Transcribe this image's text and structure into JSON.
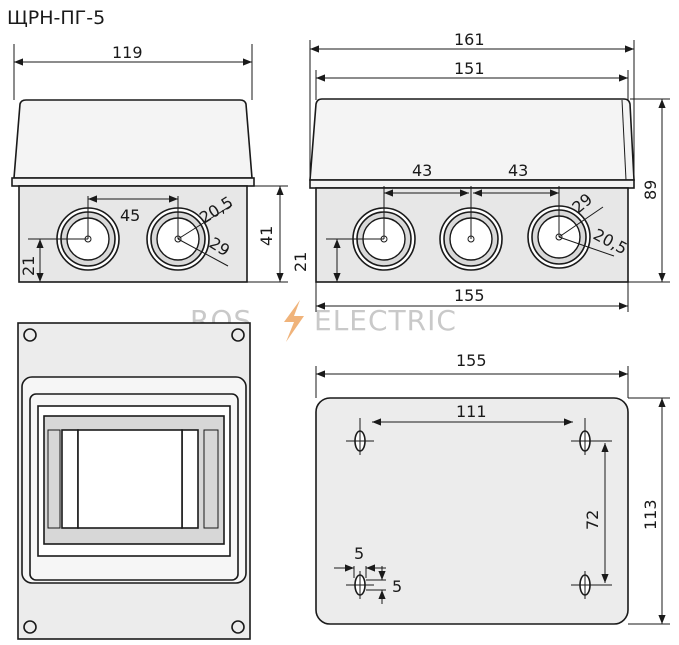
{
  "title": "ЩРН-ПГ-5",
  "watermark": {
    "left": "ROS",
    "right": "ELECTRIC",
    "bolt_color": "#f0b37a"
  },
  "views": {
    "side": {
      "width": "119",
      "height": "41",
      "hole_offset_bottom": "21",
      "hole_spacing": "45",
      "hole_outer_diameter": "29",
      "hole_inner_diameter": "20,5"
    },
    "front_elevation": {
      "overall_width": "161",
      "cover_width": "151",
      "base_width": "155",
      "overall_height": "89",
      "hole_offset_bottom": "21",
      "hole_spacing_1": "43",
      "hole_spacing_2": "43",
      "hole_outer_diameter": "29",
      "hole_inner_diameter": "20,5"
    },
    "bottom": {
      "width": "155",
      "height": "113",
      "mount_spacing_horizontal": "111",
      "mount_spacing_vertical": "72",
      "slot_width": "5",
      "slot_height": "5"
    }
  },
  "colors": {
    "line": "#1a1a1a",
    "body": "#e7e7e7",
    "watermark": "#c9c9c9"
  }
}
